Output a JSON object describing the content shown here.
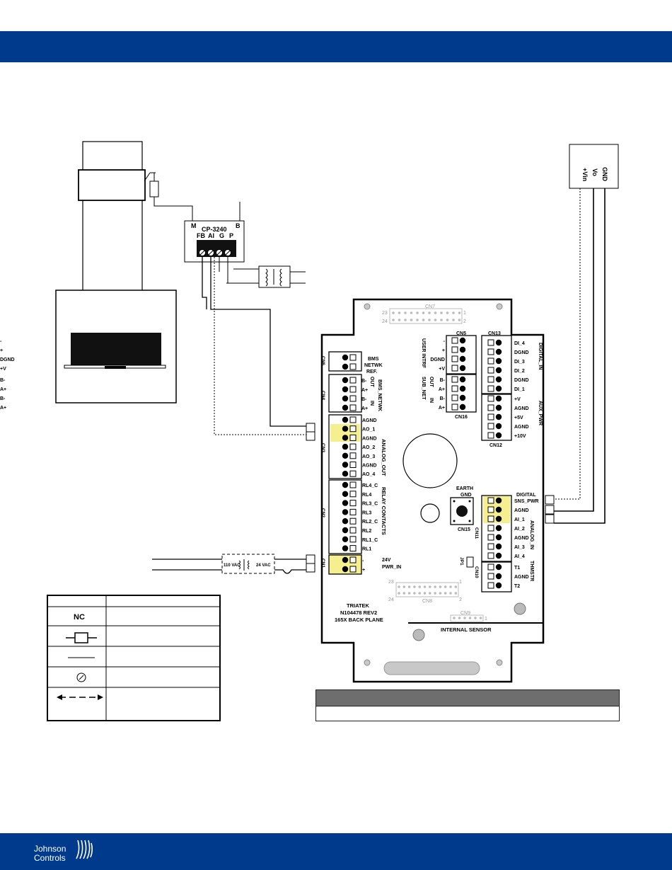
{
  "colors": {
    "brand_blue": "#003a8c",
    "highlight_yellow": "#f6ef8f",
    "table_header_gray": "#6e6e6e"
  },
  "brand": {
    "line1": "Johnson",
    "line2": "Controls"
  },
  "sensor": {
    "pin_gnd": "GND",
    "pin_vo": "Vo",
    "pin_vin": "+Vin"
  },
  "cp3240": {
    "label_m": "M",
    "label_b": "B",
    "name": "CP-3240",
    "pins": [
      "FB",
      "AI",
      "G",
      "P"
    ]
  },
  "transformer": {
    "primary": "110 VAC",
    "secondary": "24 VAC"
  },
  "board": {
    "cn7": {
      "label": "CN7",
      "pin23": "23",
      "pin1": "1",
      "pin24": "24",
      "pin2": "2"
    },
    "cn6": {
      "label": "CN6",
      "text": [
        "BMS",
        "NETWK",
        "REF."
      ]
    },
    "cn4": {
      "label": "CN4",
      "out": "OUT",
      "in": "IN",
      "group": "BMS_NETWK",
      "pins": [
        "B-",
        "A+",
        "B-",
        "A+"
      ]
    },
    "cn3": {
      "label": "CN3",
      "group": "ANALOG_OUT",
      "pins": [
        "AGND",
        "AO_1",
        "AGND",
        "AO_2",
        "AO_3",
        "AGND",
        "AO_4"
      ]
    },
    "cn2": {
      "label": "CN2",
      "group": "RELAY CONTACTS",
      "pins": [
        "RL4_C",
        "RL4",
        "RL3_C",
        "RL3",
        "RL2_C",
        "RL2",
        "RL1_C",
        "RL1"
      ]
    },
    "cn1": {
      "label": "CN1",
      "pins": [
        "-",
        "+"
      ],
      "group_line1": "24V",
      "group_line2": "PWR_IN"
    },
    "cn5": {
      "label": "CN5",
      "pins": [
        "-",
        "+",
        "DGND",
        "+V"
      ],
      "group": "USER INTRF"
    },
    "cn16": {
      "label": "CN16",
      "pins": [
        "B-",
        "A+",
        "B-",
        "A+"
      ],
      "out": "OUT",
      "in": "IN",
      "group": "SUB_NET"
    },
    "cn13": {
      "label": "CN13",
      "pins": [
        "DI_4",
        "DGND",
        "DI_3",
        "DI_2",
        "DGND",
        "DI_1"
      ],
      "group": "DIGITAL_IN"
    },
    "cn12": {
      "label": "CN12",
      "pins": [
        "+V",
        "AGND",
        "+5V",
        "AGND",
        "+10V"
      ],
      "group": "AUX_PWR"
    },
    "cn11": {
      "label": "CN11",
      "pins": [
        "SNS_PWR",
        "AGND",
        "AI_1",
        "AI_2",
        "AGND",
        "AI_3",
        "AI_4"
      ],
      "digital": "DIGITAL",
      "group": "ANALOG_IN"
    },
    "cn10": {
      "label": "CN10",
      "pins": [
        "T1",
        "AGND",
        "T2"
      ],
      "group": "THMSTR"
    },
    "cn15": {
      "label": "CN15",
      "title_line1": "EARTH",
      "title_line2": "GND"
    },
    "jp1": "JP1",
    "cn8": {
      "label": "CN8",
      "pin23": "23",
      "pin1": "1",
      "pin24": "24",
      "pin2": "2"
    },
    "cn9": {
      "label": "CN9",
      "pin1": "1"
    },
    "id_line1": "TRIATEK",
    "id_line2": "N104478 REV2",
    "id_line3": "165X BACK PLANE",
    "internal_sensor": "INTERNAL SENSOR"
  },
  "legend": {
    "nc": "NC"
  }
}
